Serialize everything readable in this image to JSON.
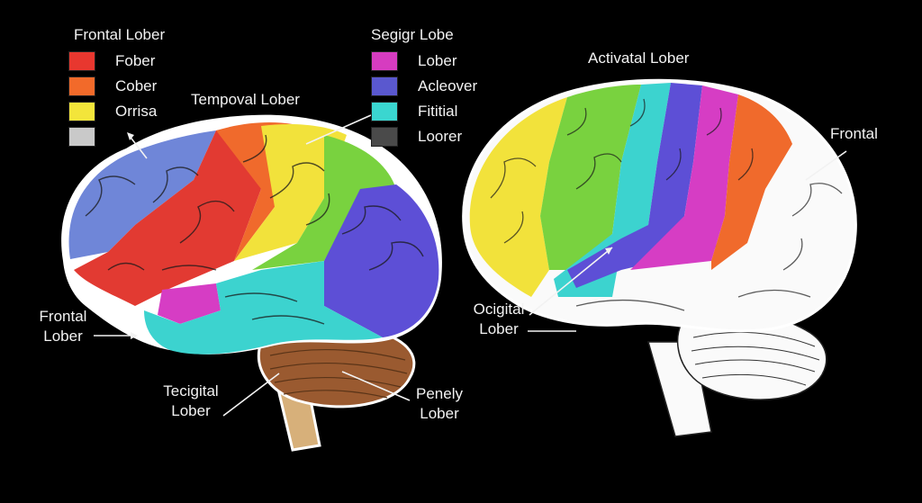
{
  "legend_left": {
    "title": "Frontal Lober",
    "items": [
      {
        "label": "Fober",
        "color": "#e8372f"
      },
      {
        "label": "Cober",
        "color": "#f26a2a"
      },
      {
        "label": "Orrisa",
        "color": "#f3e53a"
      },
      {
        "label": "",
        "color": "#c9c9c9"
      }
    ]
  },
  "legend_right": {
    "title": "Segigr Lobe",
    "items": [
      {
        "label": "Lober",
        "color": "#d63cc0"
      },
      {
        "label": "Acleover",
        "color": "#5a58cf"
      },
      {
        "label": "Fititial",
        "color": "#3ad6d0"
      },
      {
        "label": "Loorer",
        "color": "#4a4a4a"
      }
    ]
  },
  "left_brain": {
    "labels": {
      "tempoval": "Tempoval Lober",
      "frontal_line1": "Frontal",
      "frontal_line2": "Lober",
      "tecigital_line1": "Tecigital",
      "tecigital_line2": "Lober",
      "penely_line1": "Penely",
      "penely_line2": "Lober"
    }
  },
  "right_brain": {
    "title": "Activatal Lober",
    "labels": {
      "frontal": "Frontal",
      "ocigital_line1": "Ocigital",
      "ocigital_line2": "Lober"
    }
  },
  "colors": {
    "blue": "#6f86d8",
    "red": "#e23a32",
    "orange": "#f06a2c",
    "yellow": "#f2e23b",
    "green": "#79d23f",
    "teal": "#3cd3cf",
    "purple": "#5d4fd6",
    "magenta": "#d63dc4",
    "brown": "#9a5a30",
    "stem": "#d7b07a",
    "white": "#f4f4f4"
  }
}
